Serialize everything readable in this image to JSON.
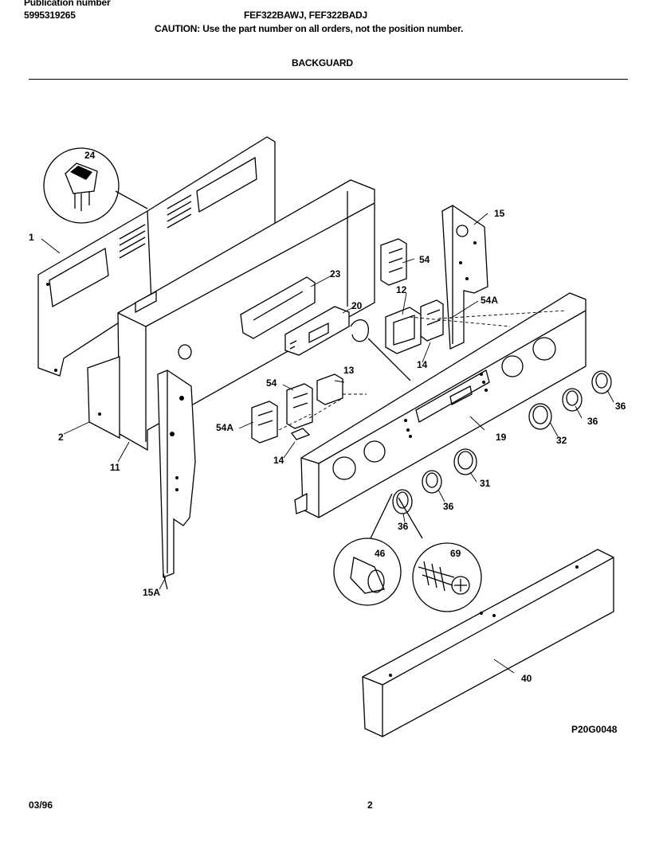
{
  "header": {
    "publication_label": "Publication number",
    "publication_number": "5995319265",
    "models": "FEF322BAWJ, FEF322BADJ",
    "caution": "CAUTION:  Use the part number on all orders, not the position number.",
    "section_title": "BACKGUARD"
  },
  "footer": {
    "date": "03/96",
    "page": "2"
  },
  "diagram": {
    "drawing_code": "P20G0048",
    "callouts": {
      "c1": "1",
      "c2": "2",
      "c11": "11",
      "c12": "12",
      "c13": "13",
      "c14a": "14",
      "c14b": "14",
      "c15": "15",
      "c15a": "15A",
      "c19": "19",
      "c20": "20",
      "c23": "23",
      "c24": "24",
      "c31": "31",
      "c32": "32",
      "c36a": "36",
      "c36b": "36",
      "c36c": "36",
      "c36d": "36",
      "c40": "40",
      "c46": "46",
      "c54a": "54",
      "c54b": "54",
      "c54Aa": "54A",
      "c54Ab": "54A",
      "c69": "69"
    }
  }
}
